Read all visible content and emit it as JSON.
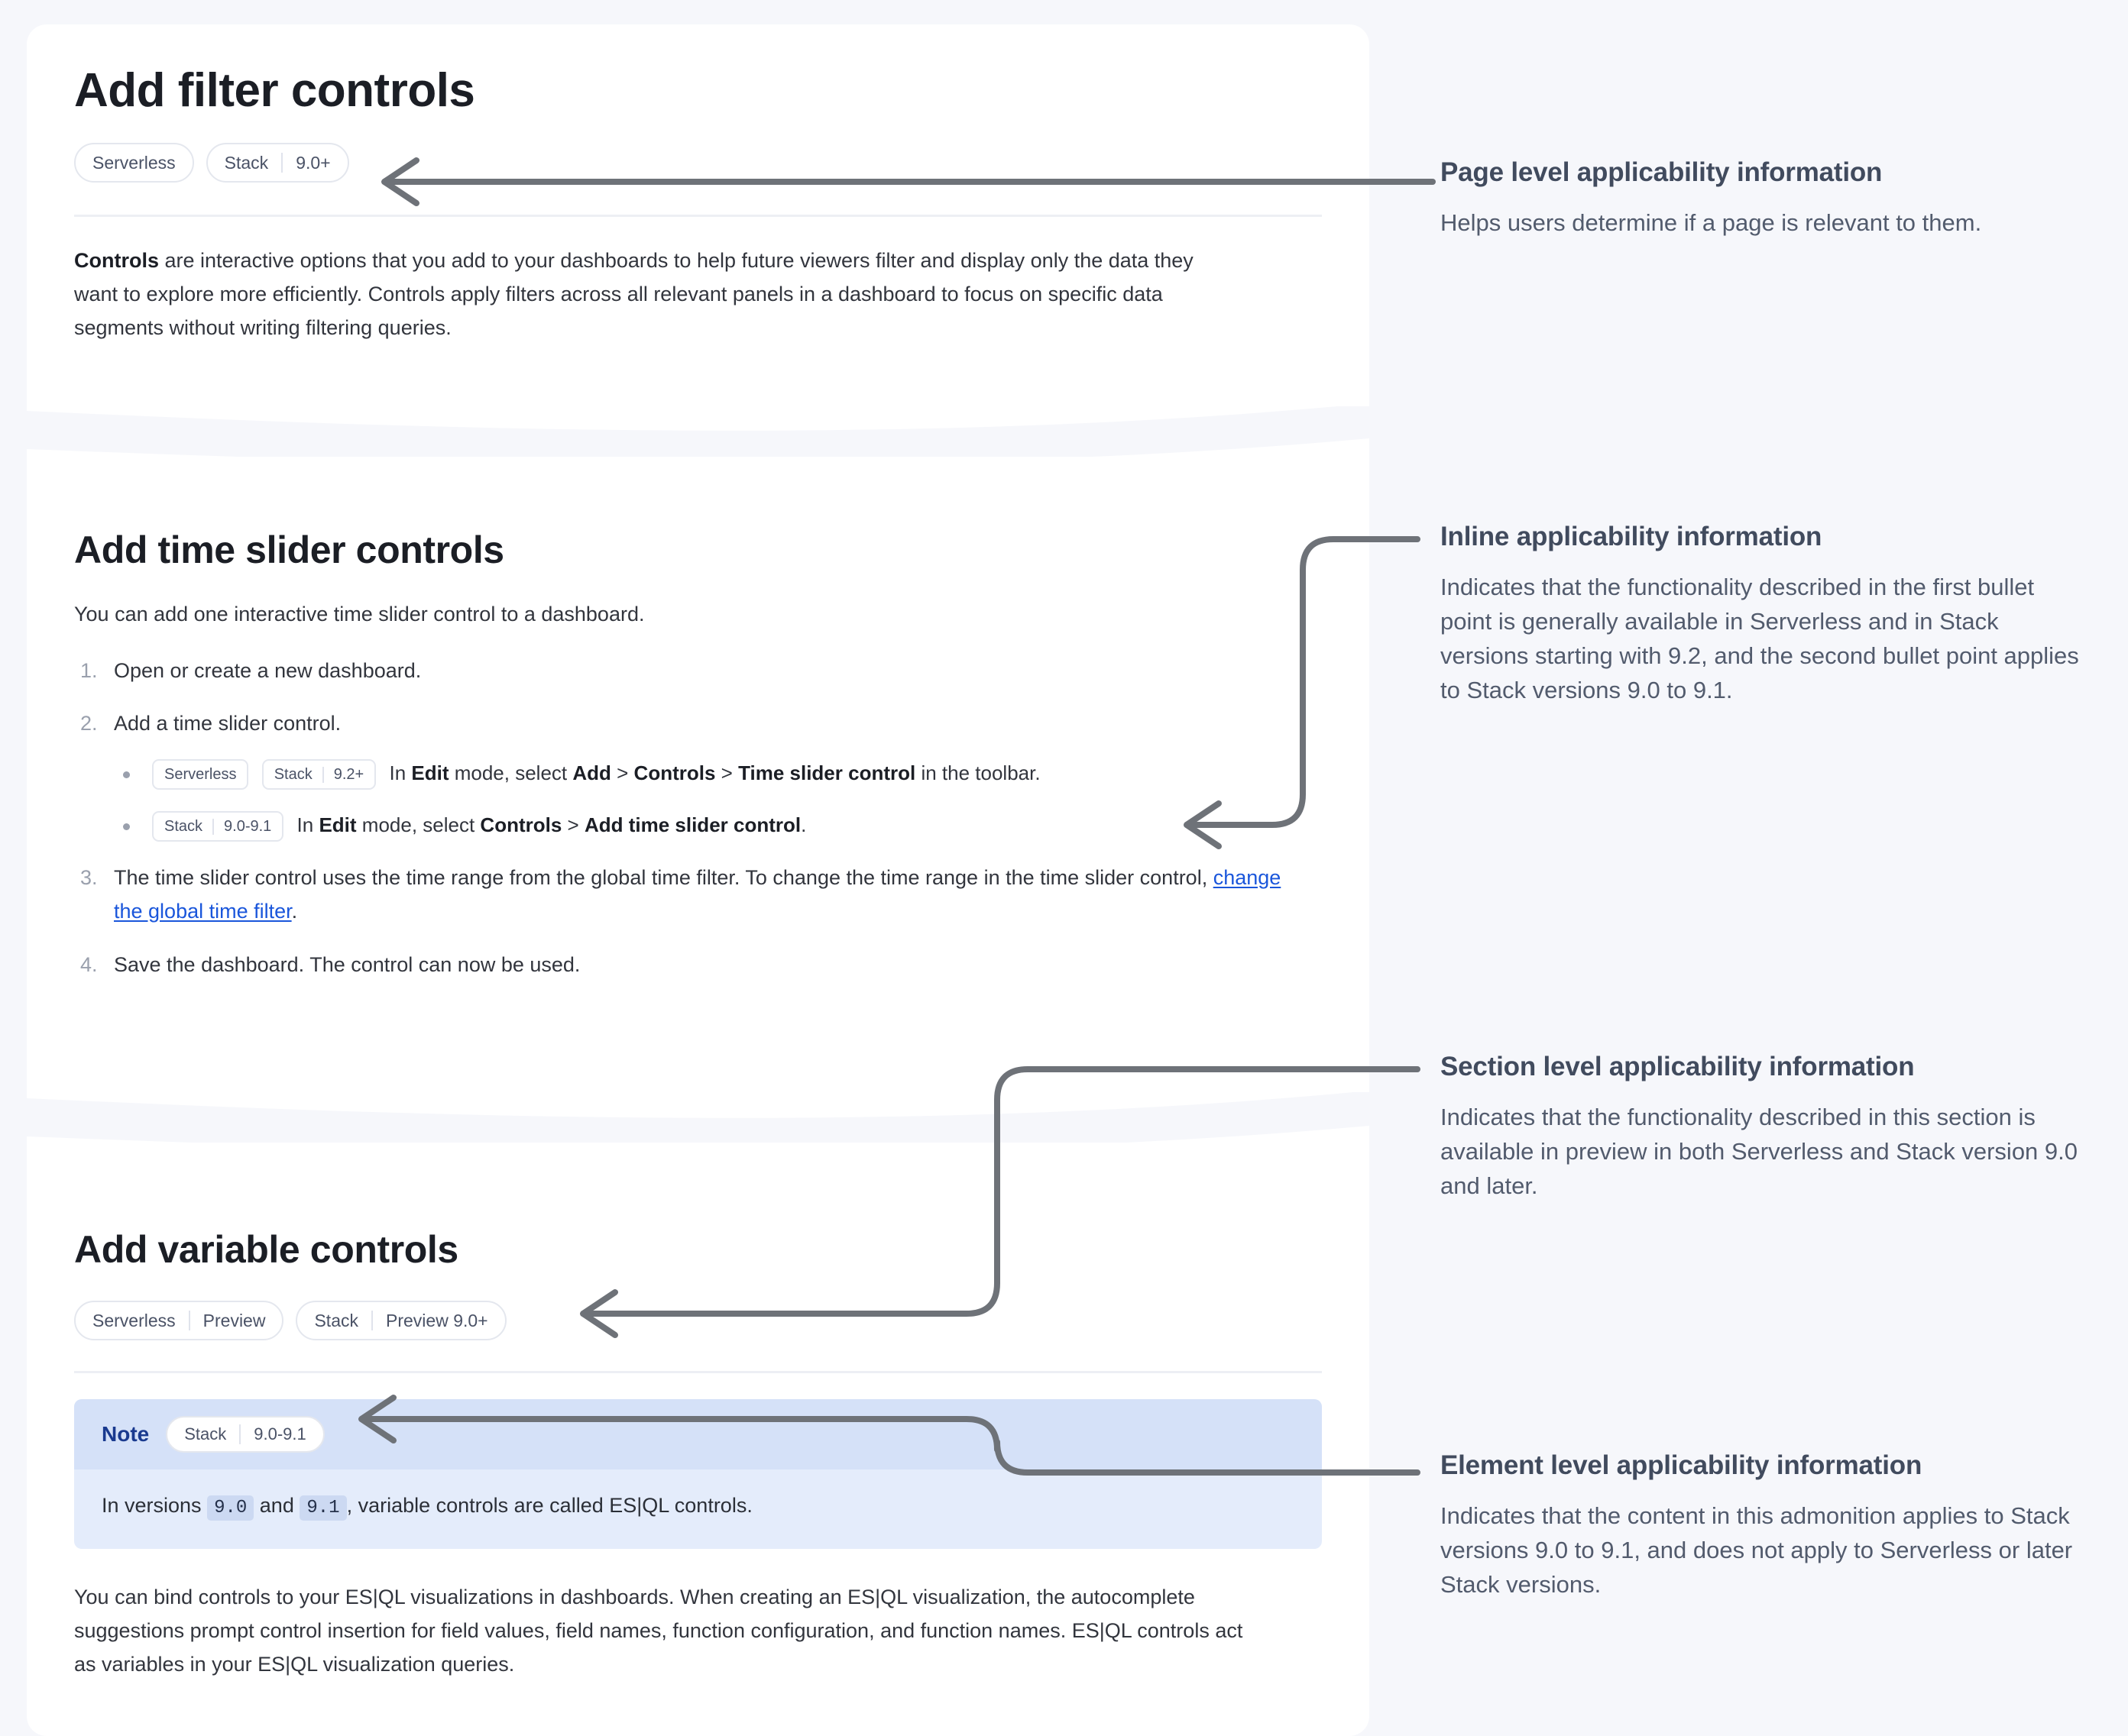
{
  "page": {
    "title": "Add filter controls",
    "applicability": [
      {
        "product": "Serverless",
        "version": ""
      },
      {
        "product": "Stack",
        "version": "9.0+"
      }
    ],
    "intro_lead": "Controls",
    "intro_rest": " are interactive options that you add to your dashboards to help future viewers filter and display only the data they want to explore more efficiently. Controls apply filters across all relevant panels in a dashboard to focus on specific data segments without writing filtering queries."
  },
  "section_time_slider": {
    "title": "Add time slider controls",
    "intro": "You can add one interactive time slider control to a dashboard.",
    "steps": [
      {
        "text": "Open or create a new dashboard."
      },
      {
        "text": "Add a time slider control."
      },
      {
        "text_a": "The time slider control uses the time range from the global time filter. To change the time range in the time slider control, ",
        "link": "change the global time filter",
        "text_b": "."
      },
      {
        "text": "Save the dashboard. The control can now be used."
      }
    ],
    "bullets": [
      {
        "badges": [
          {
            "product": "Serverless",
            "version": ""
          },
          {
            "product": "Stack",
            "version": "9.2+"
          }
        ],
        "prefix": "In ",
        "bold1": "Edit",
        "mid1": " mode, select ",
        "bold2": "Add",
        "sep1": " > ",
        "bold3": "Controls",
        "sep2": " > ",
        "bold4": "Time slider control",
        "suffix": " in the toolbar."
      },
      {
        "badges": [
          {
            "product": "Stack",
            "version": "9.0-9.1"
          }
        ],
        "prefix": "In ",
        "bold1": "Edit",
        "mid1": " mode, select ",
        "bold2": "Controls",
        "sep1": " > ",
        "bold3": "Add time slider control",
        "sep2": "",
        "bold4": "",
        "suffix": "."
      }
    ]
  },
  "section_variable": {
    "title": "Add variable controls",
    "applicability": [
      {
        "product": "Serverless",
        "version": "Preview"
      },
      {
        "product": "Stack",
        "version": "Preview 9.0+"
      }
    ],
    "note": {
      "label": "Note",
      "badge": {
        "product": "Stack",
        "version": "9.0-9.1"
      },
      "text_a": "In versions ",
      "code1": "9.0",
      "text_b": " and ",
      "code2": "9.1",
      "text_c": ", variable controls are called ES|QL controls."
    },
    "paragraph": "You can bind controls to your ES|QL visualizations in dashboards. When creating an ES|QL visualization, the autocomplete suggestions prompt control insertion for field values, field names, function configuration, and function names. ES|QL controls act as variables in your ES|QL visualization queries."
  },
  "annotations": [
    {
      "title": "Page level applicability information",
      "body": "Helps users determine if a page is relevant to them."
    },
    {
      "title": "Inline applicability information",
      "body": "Indicates that the functionality described in the first bullet point is generally available in Serverless and in Stack versions starting with 9.2, and the second bullet point applies to Stack versions 9.0 to 9.1."
    },
    {
      "title": "Section level applicability information",
      "body": "Indicates that the functionality described in this section is available in preview in both Serverless and Stack version 9.0 and later."
    },
    {
      "title": "Element level applicability information",
      "body": "Indicates that the content in this admonition applies to Stack versions 9.0 to 9.1, and does not apply to Serverless or later Stack versions."
    }
  ],
  "colors": {
    "page_background": "#f6f7fb",
    "card_background": "#ffffff",
    "heading": "#1b1e25",
    "body_text": "#32353d",
    "badge_text": "#4a5266",
    "badge_border": "#e4e7ee",
    "link": "#1a56db",
    "note_header": "#d5e1f8",
    "note_body": "#e4ecfb",
    "note_label": "#1a3a8f",
    "annotation_title": "#414b5e",
    "annotation_body": "#525b6d",
    "connector": "#6e7278"
  }
}
